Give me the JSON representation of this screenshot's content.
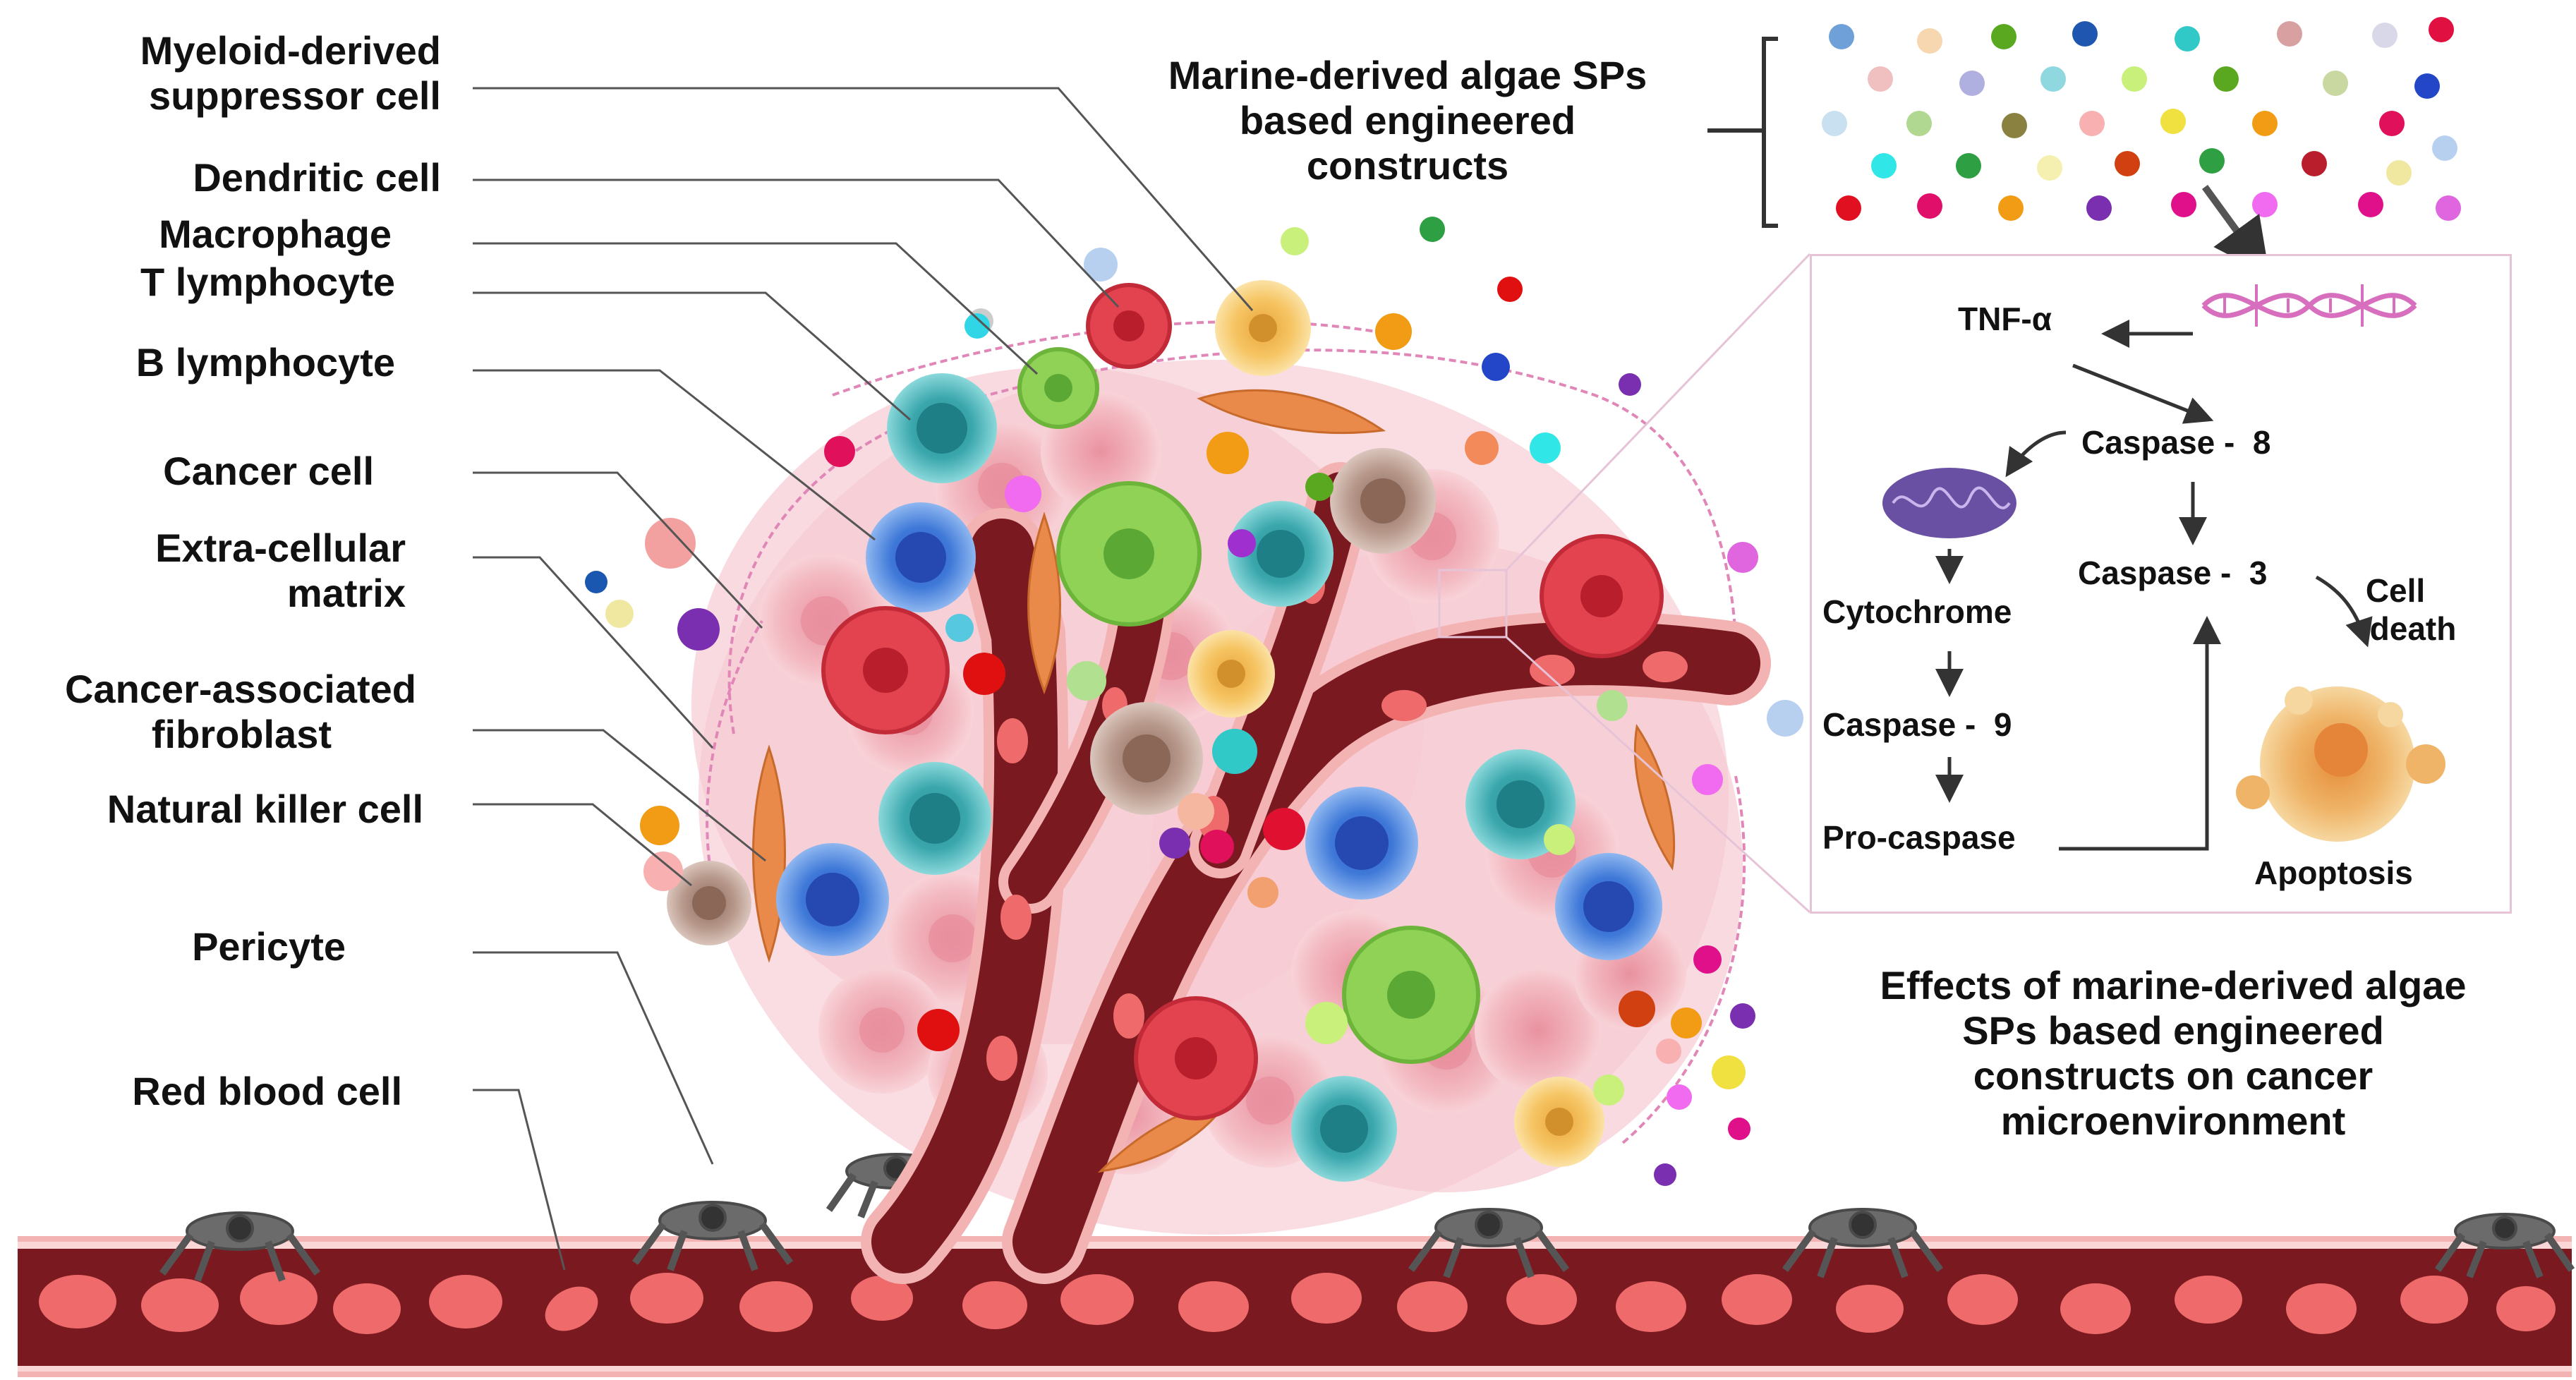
{
  "labels": {
    "mdsc_line1": "Myeloid-derived",
    "mdsc_line2": "suppressor cell",
    "dendritic": "Dendritic cell",
    "macrophage": "Macrophage",
    "t_lymphocyte": "T lymphocyte",
    "b_lymphocyte": "B lymphocyte",
    "cancer_cell": "Cancer cell",
    "ecm_line1": "Extra-cellular",
    "ecm_line2": "matrix",
    "caf_line1": "Cancer-associated",
    "caf_line2": "fibroblast",
    "nk_cell": "Natural killer cell",
    "pericyte": "Pericyte",
    "rbc": "Red blood cell"
  },
  "constructs": {
    "line1": "Marine-derived algae SPs",
    "line2": "based engineered",
    "line3": "constructs"
  },
  "pathway": {
    "tnf": "TNF-α",
    "casp8": "Caspase -  8",
    "cytochrome": "Cytochrome",
    "casp9": "Caspase -  9",
    "procasp": "Pro-caspase",
    "casp3": "Caspase -  3",
    "celldeath_line1": "Cell",
    "celldeath_line2": "death",
    "apoptosis": "Apoptosis"
  },
  "caption": {
    "line1": "Effects of marine-derived algae",
    "line2": "SPs based engineered",
    "line3": "constructs on cancer",
    "line4": "microenvironment"
  },
  "colors": {
    "vessel": "#7a1a20",
    "vessel_edge": "#f2a5a5",
    "rbc": "#ef6a6a",
    "cancer_cell": "#f2b5bd",
    "teal_cell": "#4fb7bd",
    "blue_cell": "#3b6fd1",
    "green_cell": "#8fd256",
    "red_cell": "#e2434f",
    "yellow_cell": "#f6c25a",
    "fibroblast": "#e98a4a",
    "pericyte": "#6e6e6e",
    "panel_border": "#e6c3d6",
    "dna": "#d86fbe",
    "mito": "#6a50a3",
    "apoptosis": "#eca24b"
  }
}
